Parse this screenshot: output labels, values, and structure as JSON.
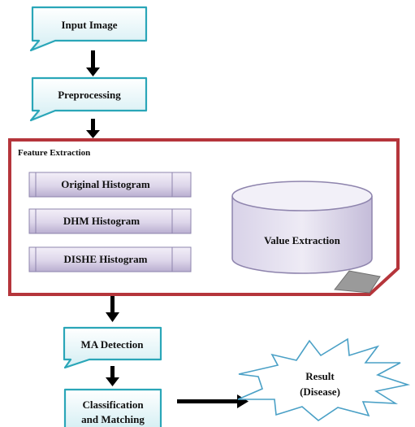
{
  "nodes": {
    "input_image": "Input Image",
    "preprocessing": "Preprocessing",
    "feature_extraction": "Feature Extraction",
    "original_histogram": "Original Histogram",
    "dhm_histogram": "DHM Histogram",
    "dishe_histogram": "DISHE Histogram",
    "value_extraction": "Value Extraction",
    "ma_detection": "MA Detection",
    "classification_line1": "Classification",
    "classification_line2": "and Matching",
    "result_line1": "Result",
    "result_line2": "(Disease)"
  },
  "colors": {
    "callout_border": "#2aa6b8",
    "callout_fill_top": "#ffffff",
    "callout_fill_bottom": "#d3eef3",
    "feature_border": "#b5353b",
    "feature_fold": "#9a9a9a",
    "histogram_fill_top": "#f3eff8",
    "histogram_fill_bottom": "#b9aed0",
    "histogram_border": "#8e84ad",
    "cylinder_fill": "#cfc8e0",
    "cylinder_border": "#8e84ad",
    "arrow": "#000000",
    "burst_fill": "#ffffff",
    "burst_border": "#4aa0c6"
  },
  "icons": {
    "input_image_node": "callout-shape",
    "feature_extraction_fold": "folded-corner",
    "value_extraction_node": "cylinder-database",
    "result_node": "explosion-burst"
  }
}
